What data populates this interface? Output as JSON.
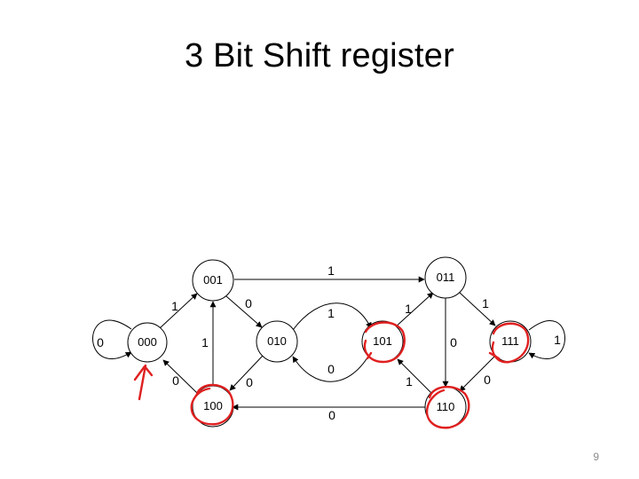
{
  "title": "3 Bit Shift register",
  "page_number": "9",
  "states": [
    {
      "id": "s001",
      "label": "001"
    },
    {
      "id": "s011",
      "label": "011"
    },
    {
      "id": "s000",
      "label": "000"
    },
    {
      "id": "s010",
      "label": "010"
    },
    {
      "id": "s101",
      "label": "101"
    },
    {
      "id": "s111",
      "label": "111"
    },
    {
      "id": "s100",
      "label": "100"
    },
    {
      "id": "s110",
      "label": "110"
    }
  ],
  "transitions": [
    {
      "from": "000",
      "to": "000",
      "label": "0"
    },
    {
      "from": "000",
      "to": "001",
      "label": "1"
    },
    {
      "from": "001",
      "to": "011",
      "label": "1"
    },
    {
      "from": "001",
      "to": "010",
      "label": "0"
    },
    {
      "from": "100",
      "to": "001",
      "label": "1"
    },
    {
      "from": "100",
      "to": "000",
      "label": "0"
    },
    {
      "from": "010",
      "to": "101",
      "label": "1"
    },
    {
      "from": "101",
      "to": "010",
      "label": "0"
    },
    {
      "from": "010",
      "to": "100",
      "label": "0"
    },
    {
      "from": "101",
      "to": "011",
      "label": "1"
    },
    {
      "from": "011",
      "to": "111",
      "label": "1"
    },
    {
      "from": "011",
      "to": "110",
      "label": "0"
    },
    {
      "from": "110",
      "to": "101",
      "label": "1"
    },
    {
      "from": "111",
      "to": "111",
      "label": "1"
    },
    {
      "from": "111",
      "to": "110",
      "label": "0"
    },
    {
      "from": "110",
      "to": "100",
      "label": "0"
    }
  ],
  "annotation_color": "#e02020",
  "annotated_states": [
    "100",
    "101",
    "110",
    "111"
  ],
  "start_marker_state": "000"
}
